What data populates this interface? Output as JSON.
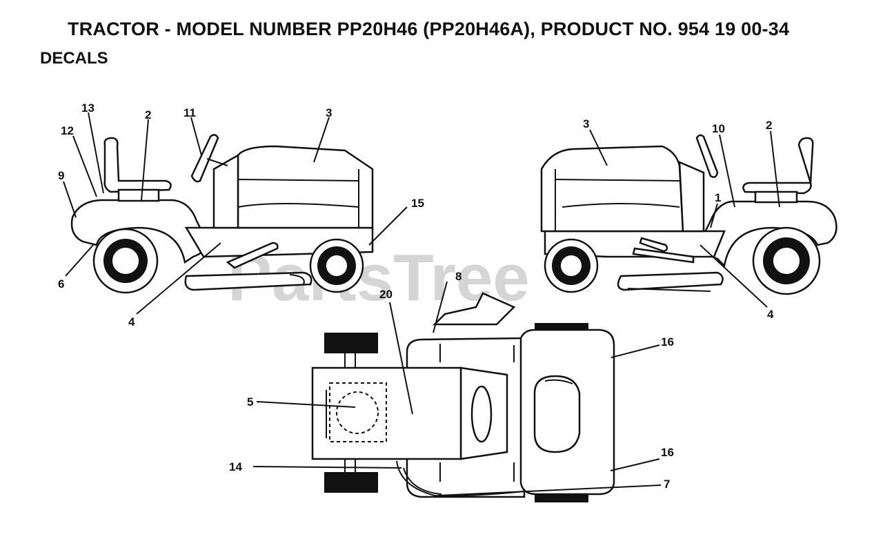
{
  "header": {
    "title": "TRACTOR - MODEL NUMBER PP20H46 (PP20H46A), PRODUCT NO. 954 19 00-34",
    "subtitle": "DECALS"
  },
  "watermark": "PartsTree",
  "callouts": {
    "left_view": [
      "13",
      "12",
      "2",
      "11",
      "3",
      "9",
      "6",
      "4",
      "15"
    ],
    "right_view": [
      "3",
      "10",
      "2",
      "1",
      "4"
    ],
    "top_view": [
      "8",
      "20",
      "16",
      "5",
      "14",
      "16",
      "7"
    ]
  }
}
